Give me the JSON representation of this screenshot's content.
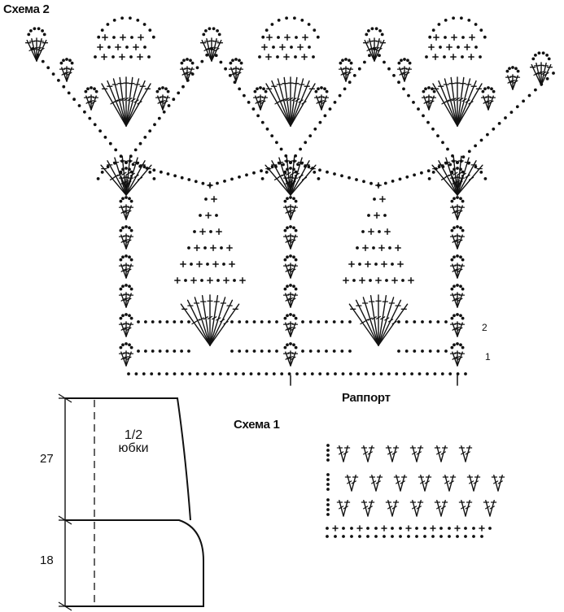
{
  "scheme2": {
    "title": "Схема 2",
    "repeat_label": "Раппорт",
    "row_labels": [
      "2",
      "1"
    ]
  },
  "scheme1": {
    "title": "Схема 1"
  },
  "pattern": {
    "half_label_line1": "1/2",
    "half_label_line2": "юбки",
    "dim_top": "27",
    "dim_bottom": "18"
  }
}
